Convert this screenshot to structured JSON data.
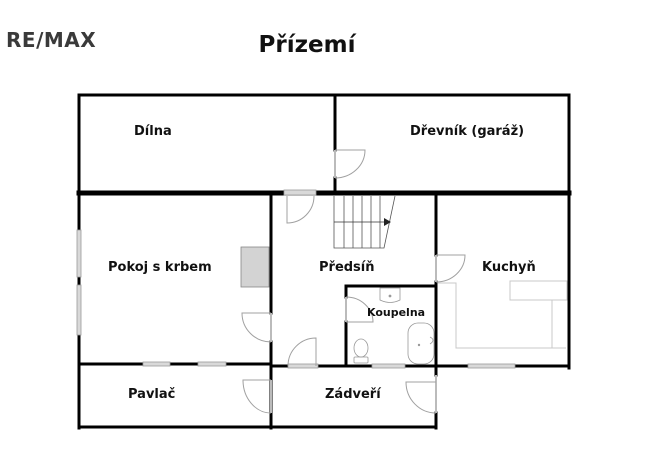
{
  "header": {
    "logo": "RE/MAX",
    "title": "Přízemí"
  },
  "rooms": [
    {
      "id": "dilna",
      "label": "Dílna"
    },
    {
      "id": "drevnik",
      "label": "Dřevník (garáž)"
    },
    {
      "id": "pokoj",
      "label": "Pokoj s krbem"
    },
    {
      "id": "predsin",
      "label": "Předsíň"
    },
    {
      "id": "kuchyn",
      "label": "Kuchyň"
    },
    {
      "id": "koupelna",
      "label": "Koupelna"
    },
    {
      "id": "pavlac",
      "label": "Pavlač"
    },
    {
      "id": "zadveri",
      "label": "Zádveří"
    }
  ],
  "colors": {
    "wall": "#000000",
    "window": "#b8b8b8",
    "door_line": "#a0a0a0",
    "fireplace": "#d3d3d3",
    "fixture_line": "#c8c8c8"
  }
}
